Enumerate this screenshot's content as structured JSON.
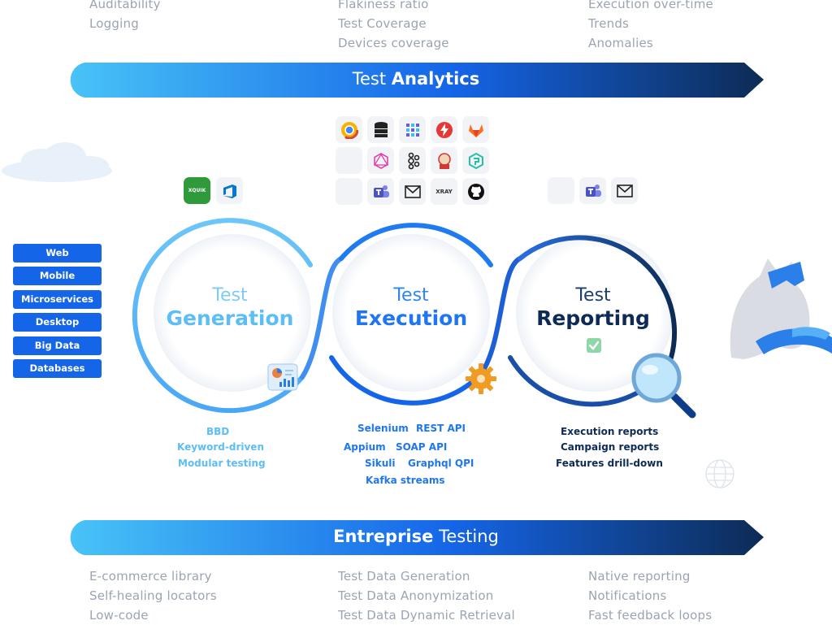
{
  "top_lists": {
    "col1": [
      "Auditability",
      "Logging"
    ],
    "col2": [
      "Flakiness ratio",
      "Test Coverage",
      "Devices coverage"
    ],
    "col3": [
      "Execution over-time",
      "Trends",
      "Anomalies"
    ]
  },
  "analytics_banner": {
    "light": "Test",
    "bold": "Analytics"
  },
  "enterprise_banner": {
    "bold": "Entreprise",
    "light": "Testing"
  },
  "bottom_lists": {
    "col1": [
      "E-commerce library",
      "Self-healing locators",
      "Low-code"
    ],
    "col2": [
      "Test Data Generation",
      "Test Data Anonymization",
      "Test Data Dynamic Retrieval"
    ],
    "col3": [
      "Native reporting",
      "Notifications",
      "Fast feedback loops"
    ]
  },
  "channels": [
    "Web",
    "Mobile",
    "Microservices",
    "Desktop",
    "Big Data",
    "Databases"
  ],
  "cycles": {
    "generation": {
      "l1": "Test",
      "l2": "Generation"
    },
    "execution": {
      "l1": "Test",
      "l2": "Execution"
    },
    "reporting": {
      "l1": "Test",
      "l2": "Reporting"
    }
  },
  "generation_features": [
    "BBD",
    "Keyword-driven",
    "Modular testing"
  ],
  "execution_features": [
    "Selenium",
    "REST API",
    "Appium",
    "SOAP API",
    "Sikuli",
    "Graphql QPI",
    "Kafka streams"
  ],
  "reporting_features": [
    "Execution reports",
    "Campaign reports",
    "Features drill-down"
  ],
  "tool_labels": {
    "xray": "XRAY",
    "xquik": "XQUIK"
  },
  "colors": {
    "accent": "#1565e8",
    "light_blue": "#4db8f5",
    "dark_navy": "#0d2b55",
    "gray_text": "#9aa4b2"
  }
}
